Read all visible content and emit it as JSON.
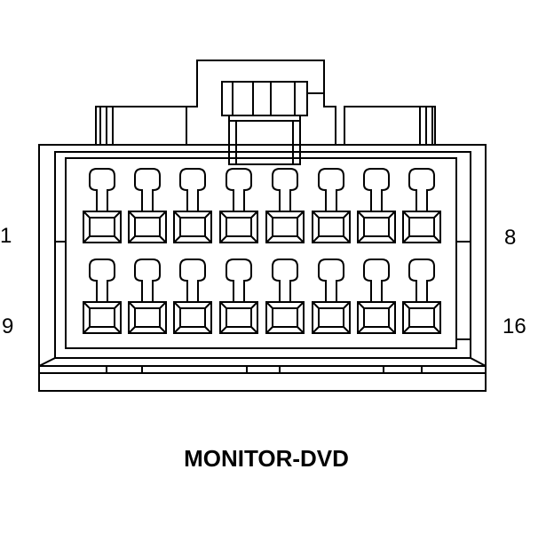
{
  "connector": {
    "name": "MONITOR-DVD",
    "rows": 2,
    "pins_per_row": 8,
    "colors": {
      "stroke": "#000000",
      "fill": "#ffffff"
    }
  },
  "pin_labels": {
    "top_left": "1",
    "top_right": "8",
    "bottom_left": "9",
    "bottom_right": "16"
  }
}
